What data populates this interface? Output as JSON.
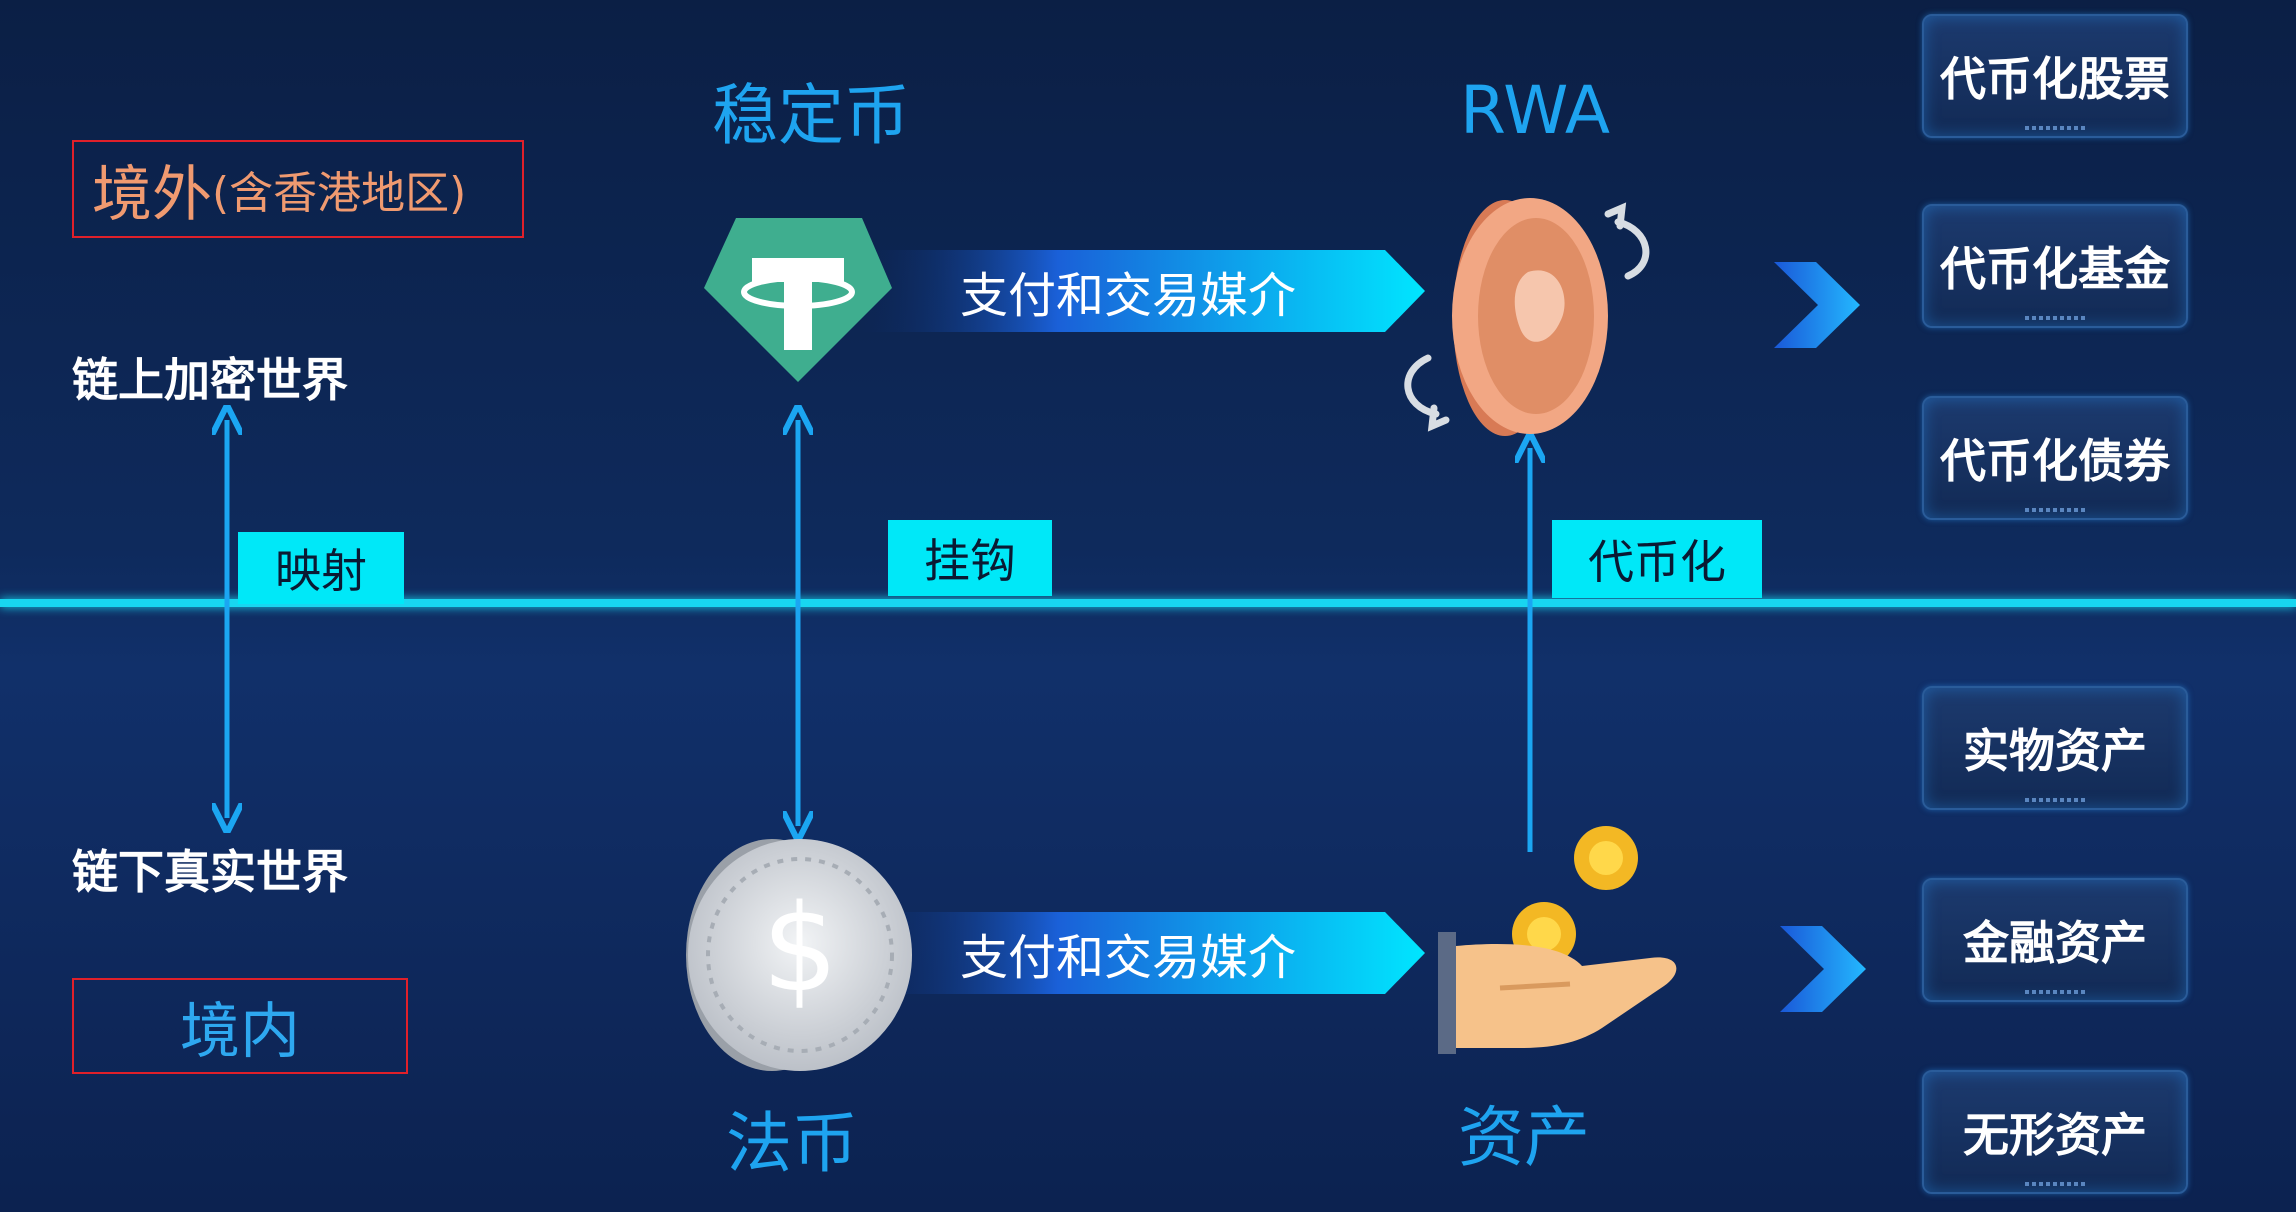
{
  "regions": {
    "abroad_main": "境外",
    "abroad_sub": "(含香港地区)",
    "domestic": "境内"
  },
  "worlds": {
    "onchain": "链上加密世界",
    "offchain": "链下真实世界"
  },
  "tags": {
    "mapping": "映射",
    "peg": "挂钩",
    "tokenize": "代币化"
  },
  "titles": {
    "stablecoin": "稳定币",
    "rwa": "RWA",
    "fiat": "法币",
    "assets": "资产"
  },
  "flows": {
    "top_medium": "支付和交易媒介",
    "bottom_medium": "支付和交易媒介"
  },
  "onchain_products": [
    "代币化股票",
    "代币化基金",
    "代币化债券"
  ],
  "offchain_assets": [
    "实物资产",
    "金融资产",
    "无形资产"
  ],
  "icons": [
    "tether-icon",
    "rwa-coin-icon",
    "dollar-coin-icon",
    "hand-coins-icon",
    "chevron-right-icon",
    "refresh-arrow-icon"
  ],
  "colors": {
    "divider": "#18d6f0",
    "title_blue": "#1ea4f0",
    "tag_bg": "#00e8f8",
    "region_border": "#e0202a",
    "abroad_text": "#f09a70"
  }
}
